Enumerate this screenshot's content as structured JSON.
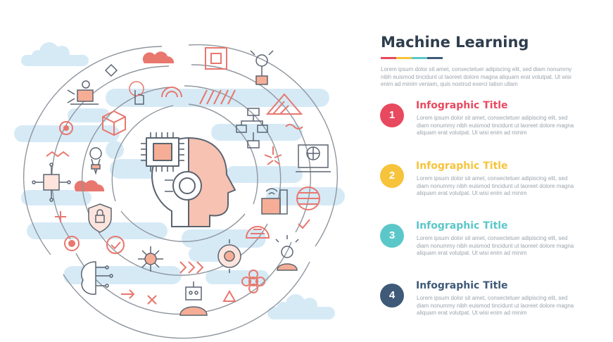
{
  "header": {
    "title": "Machine Learning",
    "underline_colors": [
      "#e8495f",
      "#f6c33b",
      "#5cc7c9",
      "#3f5a78"
    ],
    "intro": "Lorem ipsum dolor sit amet, consectetuer adipiscing elit, sed diam nonummy nibh euismod tincidunt ut laoreet dolore magna aliquam erat volutpat. Ut wisi enim ad minim veniam, quis nostrud exerci tation ullam"
  },
  "steps": [
    {
      "number": "1",
      "title": "Infographic Title",
      "color": "#e8495f",
      "text": "Lorem ipsum dolor sit amet, consectetuer adipiscing elit, sed diam nonummy nibh euismod tincidunt ut laoreet dolore magna aliquam erat volutpat. Ut wisi enim ad minim"
    },
    {
      "number": "2",
      "title": "Infographic Title",
      "color": "#f6c33b",
      "text": "Lorem ipsum dolor sit amet, consectetuer adipiscing elit, sed diam nonummy nibh euismod tincidunt ut laoreet dolore magna aliquam erat volutpat. Ut wisi enim ad minim"
    },
    {
      "number": "3",
      "title": "Infographic Title",
      "color": "#5cc7c9",
      "text": "Lorem ipsum dolor sit amet, consectetuer adipiscing elit, sed diam nonummy nibh euismod tincidunt ut laoreet dolore magna aliquam erat volutpat. Ut wisi enim ad minim"
    },
    {
      "number": "4",
      "title": "Infographic Title",
      "color": "#3f5a78",
      "text": "Lorem ipsum dolor sit amet, consectetuer adipiscing elit, sed diam nonummy nibh euismod tincidunt ut laoreet dolore magna aliquam erat volutpat. Ut wisi enim ad minim"
    }
  ],
  "palette": {
    "accent_red": "#e8776e",
    "skin": "#f7c2b1",
    "line": "#5b6470",
    "ring": "#8f969e",
    "cloud_blue": "#d6eaf6",
    "peach_fill": "#f6ad96"
  }
}
